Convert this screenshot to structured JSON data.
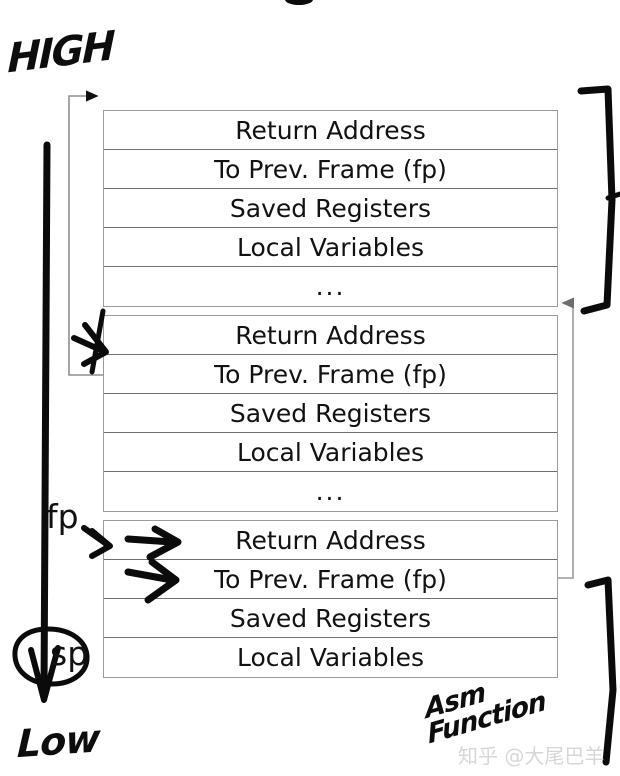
{
  "diagram": {
    "title_annotations": {
      "high_label": "HIGH",
      "low_label": "Low",
      "asm_label": "Asm\nFunction",
      "fp_label": "fp",
      "sp_label": "sp"
    },
    "watermark": "知乎 @大尾巴羊",
    "colors": {
      "background": "#ffffff",
      "table_border": "#9b9b9b",
      "row_divider": "#707070",
      "text": "#121212",
      "ink": "#0b0b0b",
      "connector": "#8f8f8f",
      "watermark": "#d7d7d7"
    },
    "frames": [
      {
        "name": "caller-frame-top",
        "rows": [
          "Return Address",
          "To Prev. Frame (fp)",
          "Saved Registers",
          "Local Variables",
          "..."
        ]
      },
      {
        "name": "caller-frame-middle",
        "rows": [
          "Return Address",
          "To Prev. Frame (fp)",
          "Saved Registers",
          "Local Variables",
          "..."
        ]
      },
      {
        "name": "current-frame-bottom",
        "rows": [
          "Return Address",
          "To Prev. Frame (fp)",
          "Saved Registers",
          "Local Variables"
        ]
      }
    ]
  }
}
